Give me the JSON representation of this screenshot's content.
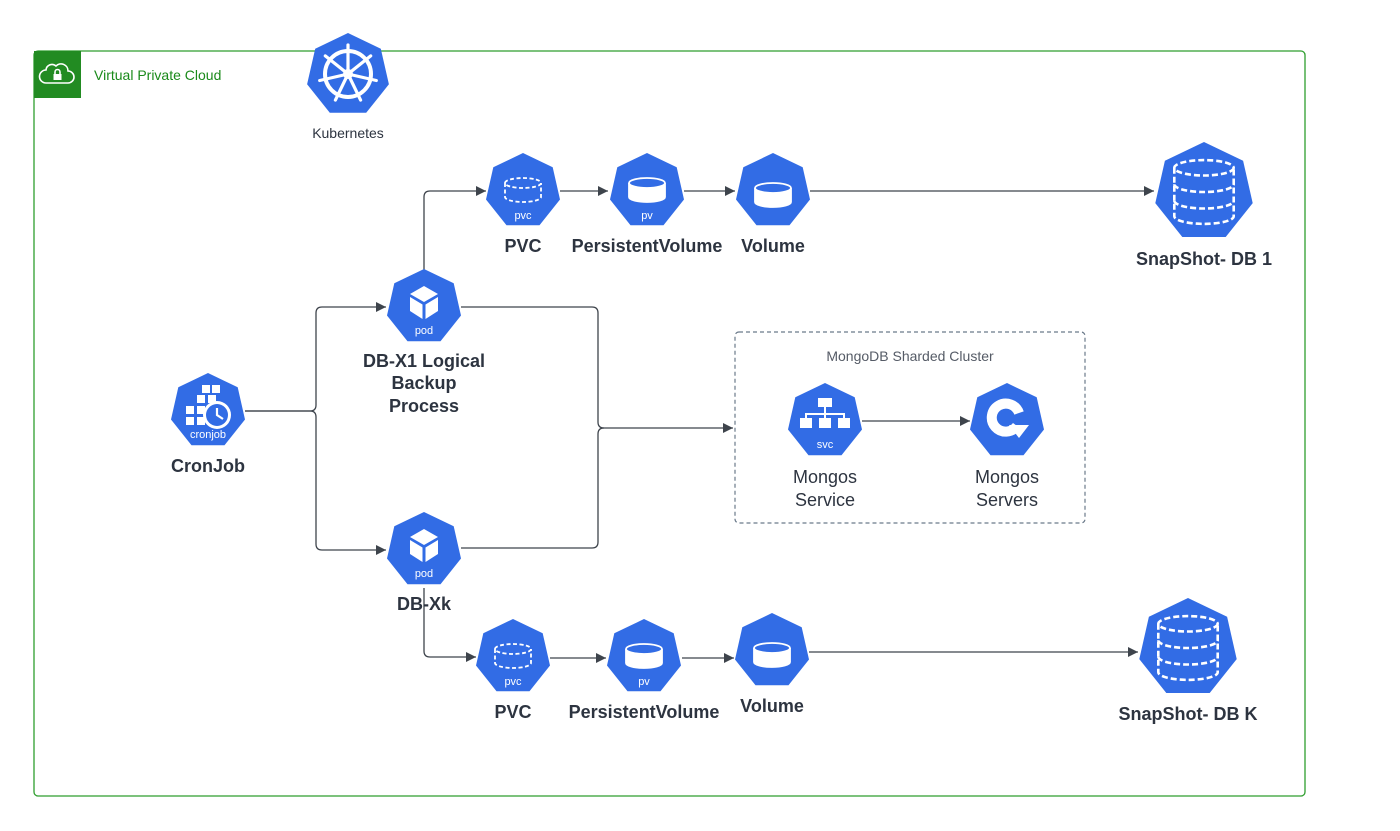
{
  "vpc": {
    "label": "Virtual Private Cloud"
  },
  "kubernetes": {
    "label": "Kubernetes"
  },
  "cluster": {
    "title": "MongoDB Sharded Cluster"
  },
  "colors": {
    "node_blue": "#326ce5",
    "vpc_green": "#2e9e2e",
    "edge": "#3e444c"
  },
  "nodes": {
    "cronjob": {
      "label": "CronJob",
      "tag": "cronjob",
      "icon": "cronjob-icon"
    },
    "pod1": {
      "label_lines": [
        "DB-X1 Logical",
        "Backup",
        "Process"
      ],
      "tag": "pod",
      "icon": "pod-icon"
    },
    "podk": {
      "label": "DB-Xk",
      "tag": "pod",
      "icon": "pod-icon"
    },
    "pvc1": {
      "label": "PVC",
      "tag": "pvc",
      "icon": "pvc-icon"
    },
    "pv1": {
      "label": "PersistentVolume",
      "tag": "pv",
      "icon": "pv-icon"
    },
    "vol1": {
      "label": "Volume",
      "icon": "volume-icon"
    },
    "snap1": {
      "label": "SnapShot- DB 1",
      "icon": "snapshot-icon"
    },
    "pvck": {
      "label": "PVC",
      "tag": "pvc",
      "icon": "pvc-icon"
    },
    "pvk": {
      "label": "PersistentVolume",
      "tag": "pv",
      "icon": "pv-icon"
    },
    "volk": {
      "label": "Volume",
      "icon": "volume-icon"
    },
    "snapk": {
      "label": "SnapShot- DB K",
      "icon": "snapshot-icon"
    },
    "svc": {
      "label_lines": [
        "Mongos",
        "Service"
      ],
      "tag": "svc",
      "icon": "service-icon"
    },
    "servers": {
      "label_lines": [
        "Mongos",
        "Servers"
      ],
      "icon": "refresh-icon"
    }
  }
}
